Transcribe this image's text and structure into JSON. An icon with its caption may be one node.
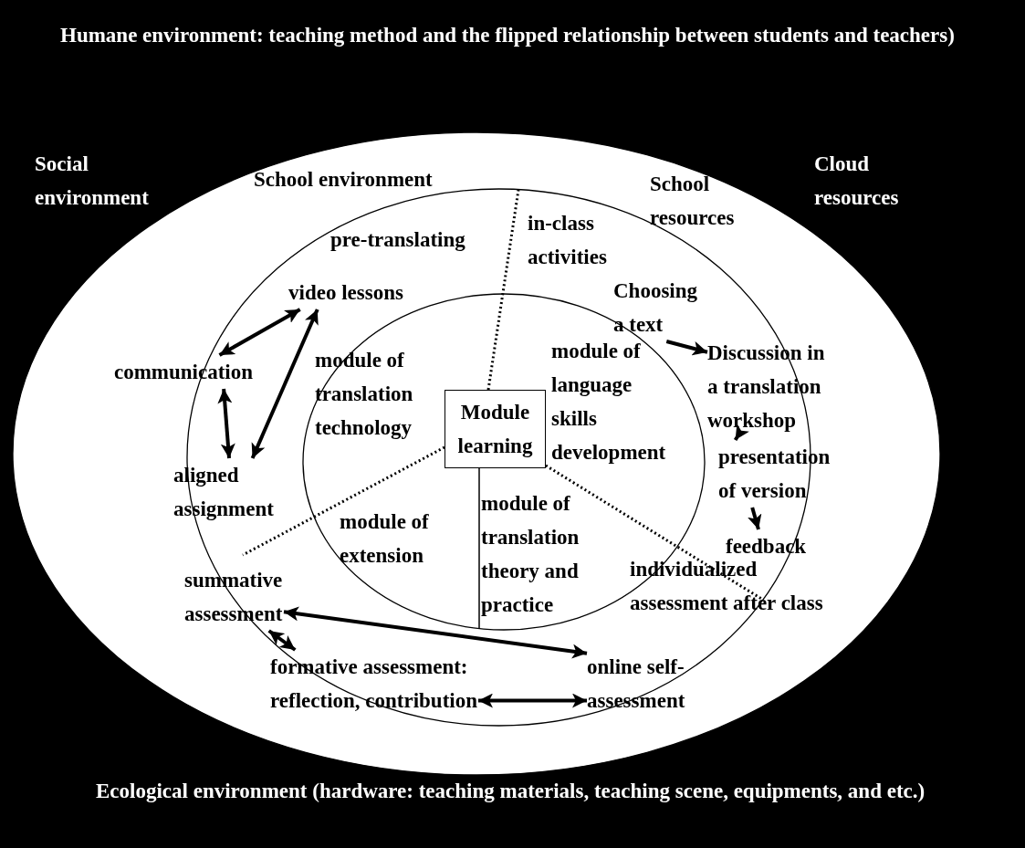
{
  "diagram": {
    "nodes": [
      {
        "text": [],
        "shape": "circle"
      },
      {
        "text": [],
        "shape": "circle",
        "in": 0
      },
      {
        "text": [],
        "shape": "circle",
        "in": 1
      },
      {
        "text": [
          "Module learning"
        ],
        "in": 2
      },
      {
        "text": [
          "video lessons"
        ],
        "in": 1
      },
      {
        "text": [
          "Choosing a text"
        ],
        "in": 1
      },
      {
        "text": [
          "communication"
        ],
        "in": 0
      },
      {
        "text": [
          "Discussion in a translation workshop"
        ],
        "in": 0
      },
      {
        "text": [
          "aligned assignment"
        ],
        "in": 0
      },
      {
        "text": [
          "presentation of version"
        ],
        "in": 0
      },
      {
        "text": [
          "feedback"
        ],
        "in": 1
      },
      {
        "text": [
          "summative assessment"
        ],
        "in": 1
      },
      {
        "text": [
          "formative assessment: reflection, contribution"
        ],
        "in": 1
      },
      {
        "text": [
          "online self-assessment"
        ],
        "in": 1
      }
    ],
    "edges": [
      {
        "from": 6,
        "to": 4,
        "arrow": "both"
      },
      {
        "from": 4,
        "to": 8,
        "arrow": "both"
      },
      {
        "from": 6,
        "to": 8,
        "arrow": "both"
      },
      {
        "from": 5,
        "to": 7,
        "arrow": "to"
      },
      {
        "from": 7,
        "to": 9,
        "arrow": "to"
      },
      {
        "from": 9,
        "to": 10,
        "arrow": "to"
      },
      {
        "from": 11,
        "to": 13,
        "arrow": "both"
      },
      {
        "from": 11,
        "to": 12,
        "arrow": "both"
      },
      {
        "from": 12,
        "to": 13,
        "arrow": "both"
      }
    ],
    "labels": [
      "Humane environment: teaching method and the flipped relationship between students and teachers)",
      "Social environment",
      "School environment",
      "School resources",
      "Cloud resources",
      "pre-translating",
      "in-class activities",
      "module of translation technology",
      "module of language skills development",
      "module of extension",
      "module of translation theory and practice",
      "individualized assessment after class",
      "Ecological environment (hardware: teaching materials, teaching scene, equipments, and etc.)"
    ]
  }
}
